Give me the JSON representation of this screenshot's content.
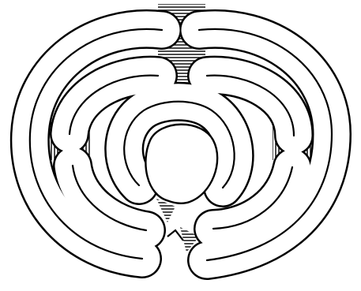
{
  "diagram": {
    "kind": "labyrinth line drawing",
    "colors": {
      "ink": "#000000",
      "paper": "#ffffff"
    },
    "elements": [
      "outer-ring",
      "middle-ring",
      "inner-ring",
      "center-goal",
      "hatched-connectors",
      "entrance"
    ]
  }
}
